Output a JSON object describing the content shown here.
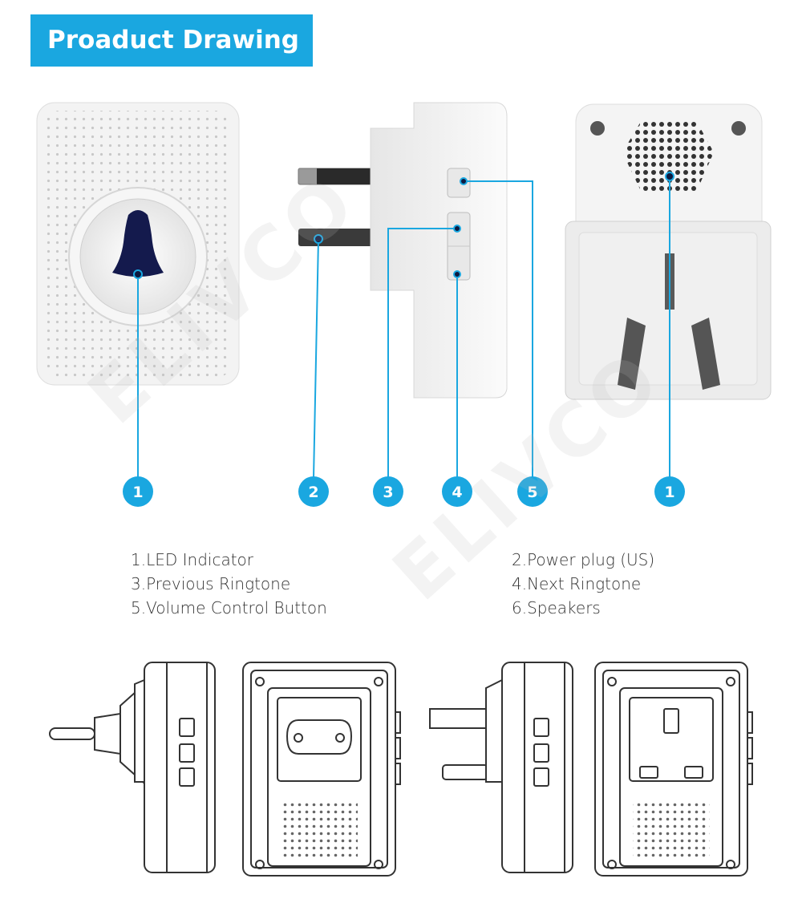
{
  "title": "Proaduct Drawing",
  "colors": {
    "accent": "#1aa7e0",
    "line": "#1aa7e0",
    "device": "#f2f2f2",
    "outline": "#444444"
  },
  "markers": [
    {
      "label": "1",
      "target": "led-indicator"
    },
    {
      "label": "2",
      "target": "power-plug"
    },
    {
      "label": "3",
      "target": "previous-ringtone-button"
    },
    {
      "label": "4",
      "target": "next-ringtone-button"
    },
    {
      "label": "5",
      "target": "volume-control-button"
    },
    {
      "label": "1",
      "target": "speakers"
    }
  ],
  "legend": {
    "left": [
      "1.LED Indicator",
      "3.Previous Ringtone",
      "5.Volume Control Button"
    ],
    "right": [
      "2.Power plug (US)",
      "4.Next Ringtone",
      "6.Speakers"
    ]
  },
  "watermark": "ELIVCO"
}
